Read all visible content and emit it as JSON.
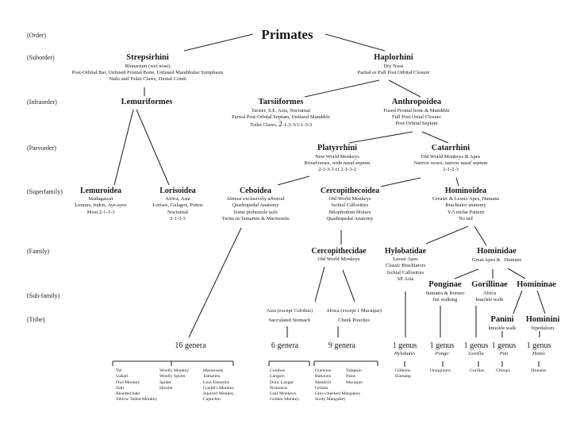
{
  "title": "Primates",
  "ranks": [
    "(Order)",
    "(Suborder)",
    "(Infraorder)",
    "(Parvorder)",
    "(Superfamily)",
    "(Family)",
    "(Sub-family)",
    "(Tribe)"
  ],
  "suborders": {
    "strepsirhini": {
      "name": "Strepsirhini",
      "lines": [
        "Rhinarium (wet nose)",
        "Post-Orbital Bar, Unfused Frontal Bone, Unfused Mandibular Symphasis",
        "Nails and Toilet Claws,  Dental Comb"
      ]
    },
    "haplorhini": {
      "name": "Haplorhini",
      "lines": [
        "Dry Nose",
        "Partial or Full Post Orbital Closure"
      ]
    }
  },
  "infraorders": {
    "lemuriformes": {
      "name": "Lemuriformes"
    },
    "tarsiiformes": {
      "name": "Tarsiiformes",
      "lines": [
        "Tarsier,  S.E. Asia, Nocturnal",
        "Partial Post-Orbital Septum, Unfused Mandible"
      ],
      "formula_prefix": "Toilet Claws,  ",
      "formula_big": "2",
      "formula_rest": "-1-3-3/1-1-3-3"
    },
    "anthropoidea": {
      "name": "Anthropoidea",
      "lines": [
        "Fused Frontal bone & Mandible",
        "Full Post Orital Closure",
        "Post-Orbital Septum"
      ]
    }
  },
  "parvorders": {
    "platyrrhini": {
      "name": "Platyrrhini",
      "lines": [
        "New World Monkeys",
        "Broad noses, wide nasal septum",
        "2-1-3-3 or 2-1-3-2"
      ]
    },
    "catarrhini": {
      "name": "Catarrhini",
      "lines": [
        "Old World Monkeys & Apes",
        "Narrow noses, narrow nasal septum",
        "2-1-2-3"
      ]
    }
  },
  "superfamilies": {
    "lemuroidea": {
      "name": "Lemuroidea",
      "lines": [
        "Madagascar",
        "Lemurs, Indris, Aye-ayes",
        "Most 2-1-3-3"
      ]
    },
    "lorisoidea": {
      "name": "Lorisoidea",
      "lines": [
        "Africa, Asia",
        "Lorises, Galagos, Pottos",
        "Nocturnal",
        "2-1-3-3"
      ]
    },
    "ceboidea": {
      "name": "Ceboidea",
      "lines": [
        "Almost exclusively arboreal",
        "Quadrupedal Anatomy",
        "Some prehensile tails",
        "Twins in Tamarins & Marmosets"
      ]
    },
    "cercopithecoidea": {
      "name": "Cercopithecoidea",
      "lines": [
        "Old World Monkeys",
        "Ischial Callosities",
        "Bilophodont Molars",
        "Quadrupedal Anatomy"
      ]
    },
    "hominoidea": {
      "name": "Hominoidea",
      "lines": [
        "Greater & Lesser Apes, Humans",
        "Brachiator anatomy",
        "Y-5 molar Pattern",
        "No tail"
      ]
    }
  },
  "families": {
    "cercopithecidae": {
      "name": "Cercopithecidae",
      "lines": [
        "Old World Monkeys"
      ]
    },
    "hylobatidae": {
      "name": "Hylobatidae",
      "lines": [
        "Lesser Apes",
        "Classic Brachiators",
        "Ischial Callosities",
        "SE Asia"
      ]
    },
    "hominidae": {
      "name": "Hominidae",
      "lines": [
        "Great Apes &   Humans"
      ]
    }
  },
  "subfamilies": {
    "ponginae": {
      "name": "Ponginae",
      "lines": [
        "Sumatra & Borneo",
        "fist walking"
      ]
    },
    "gorillinae": {
      "name": "Gorillinae",
      "lines": [
        "Africa",
        "knuckle walk"
      ]
    },
    "homininae": {
      "name": "Homininae"
    }
  },
  "cercopithecid_groups": {
    "asia": {
      "lines": [
        "Asia (except Colobus)",
        "Sacculated Stomach"
      ]
    },
    "africa": {
      "lines": [
        "Africa (except 1 Macaque)",
        "Cheek Pouches"
      ]
    }
  },
  "tribes": {
    "panini": {
      "name": "Panini",
      "lines": [
        "knuckle walk"
      ]
    },
    "hominini": {
      "name": "Hominini",
      "lines": [
        "bipedalism"
      ]
    }
  },
  "genera": {
    "g16": {
      "label": "16 genera"
    },
    "g6": {
      "label": "6 genera"
    },
    "g9": {
      "label": "9 genera"
    },
    "hylobates": {
      "label": "1 genus",
      "sub": "Hylobates"
    },
    "pongo": {
      "label": "1 genus",
      "sub": "Pongo"
    },
    "gorilla": {
      "label": "1 genus",
      "sub": "Gorilla"
    },
    "pan": {
      "label": "1 genus",
      "sub": "Pan"
    },
    "homo": {
      "label": "1 genus",
      "sub": "Homo"
    }
  },
  "species_lists": {
    "nw1": [
      "Titi",
      "Uakari",
      "Owl Monkey",
      "Saki",
      "Bearded Saki",
      "Yellow Tailed Monkey"
    ],
    "nw2": [
      "Woolly Monkey",
      "Woolly Spider",
      "Spider",
      "Howler"
    ],
    "nw3": [
      "Marmosets",
      "Tamarins.",
      "Lion Tamarins",
      "Goeldi's Monkey",
      "Squirrel Monkey",
      "Capuchin"
    ],
    "colobines": [
      "Colobus",
      "Langurs",
      "Douc Langur",
      "Proboscis",
      "Leaf Monkeys.",
      "Golden Monkey."
    ],
    "cerco1": [
      "Guenons",
      "Baboons",
      "Mandrill",
      "Gelada",
      "Grey-cheeked Mangabey",
      "Sooty Mangabey"
    ],
    "cerco2": [
      "Talapoin",
      "Patas",
      "Macaque"
    ],
    "hylobates": [
      "Gibbons",
      "Siamang"
    ],
    "pongo": [
      "Orangutans"
    ],
    "gorilla": [
      "Gorillas"
    ],
    "pan": [
      "Chimps"
    ],
    "homo": [
      "Humans"
    ]
  }
}
